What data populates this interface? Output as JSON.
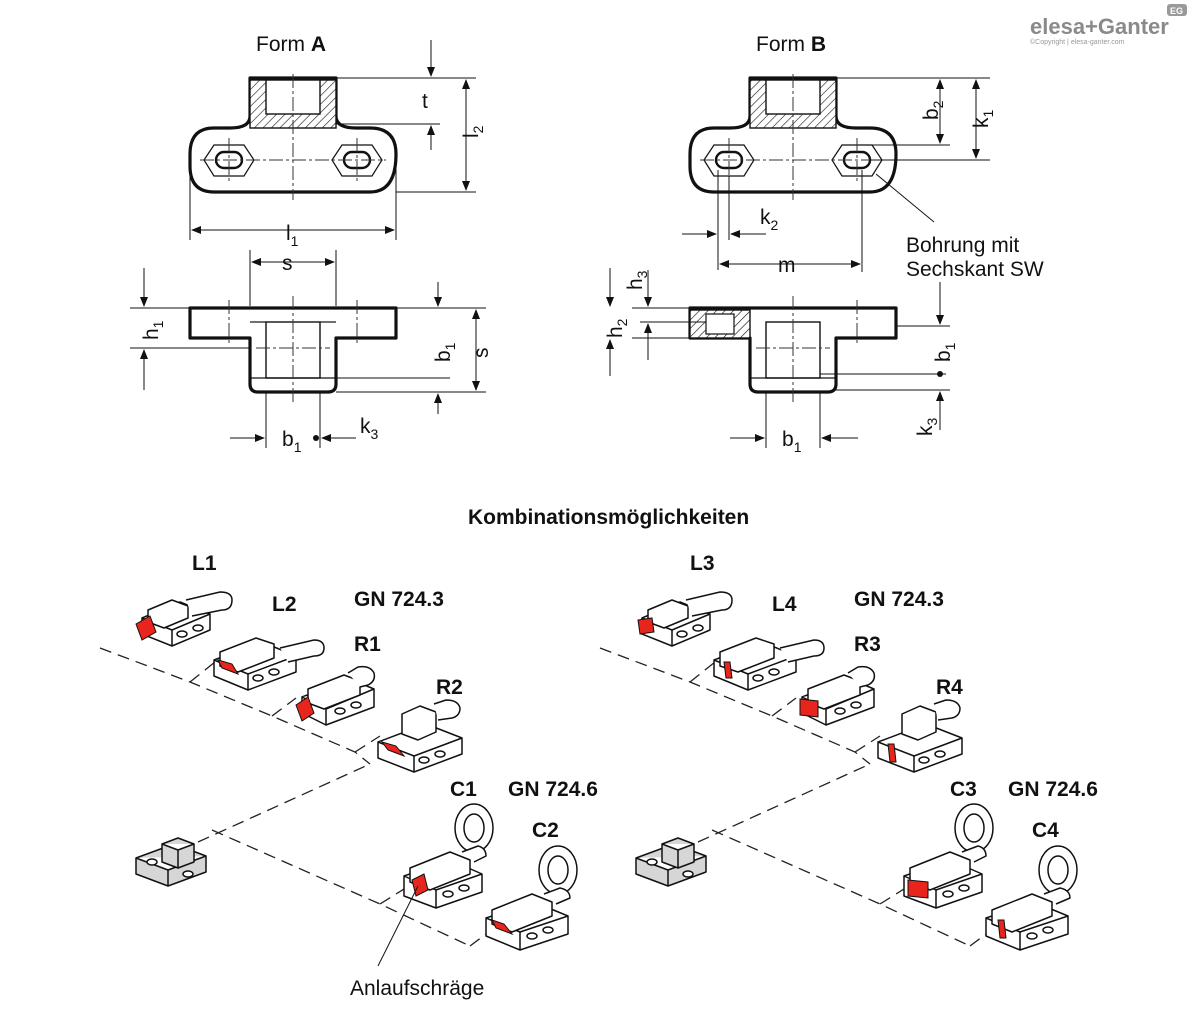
{
  "brand": {
    "logo_main": "elesa+Ganter",
    "logo_badge": "EG",
    "logo_copy": "©Copyright | elesa-ganter.com"
  },
  "form_a": {
    "title_prefix": "Form ",
    "title_letter": "A",
    "dims": {
      "t": "t",
      "l": "l",
      "l_sub_2": "2",
      "l_sub_1": "1",
      "s_top": "s",
      "h": "h",
      "h_sub": "1",
      "b": "b",
      "b_sub": "1",
      "s_side": "s",
      "k": "k",
      "k_sub": "3"
    }
  },
  "form_b": {
    "title_prefix": "Form ",
    "title_letter": "B",
    "dims": {
      "b_top": "b",
      "b_top_sub": "2",
      "k_top": "k",
      "k_top_sub": "1",
      "k_mid": "k",
      "k_mid_sub": "2",
      "m": "m",
      "h3": "h",
      "h3_sub": "3",
      "h2": "h",
      "h2_sub": "2",
      "b_side": "b",
      "b_side_sub": "1",
      "k_side": "k",
      "k_side_sub": "3",
      "b_bottom": "b",
      "b_bottom_sub": "1"
    },
    "callout_line1": "Bohrung mit",
    "callout_line2": "Sechskant SW"
  },
  "combinations": {
    "title": "Kombinationsmöglichkeiten",
    "left": {
      "labels": [
        "L1",
        "L2",
        "R1",
        "R2",
        "C1",
        "C2"
      ],
      "series_top": "GN 724.3",
      "series_bottom": "GN 724.6"
    },
    "right": {
      "labels": [
        "L3",
        "L4",
        "R3",
        "R4",
        "C3",
        "C4"
      ],
      "series_top": "GN 724.3",
      "series_bottom": "GN 724.6"
    },
    "callout": "Anlaufschräge"
  },
  "colors": {
    "accent_red": "#e8251c",
    "line": "#111111",
    "base_grey": "#d6d6d6"
  }
}
